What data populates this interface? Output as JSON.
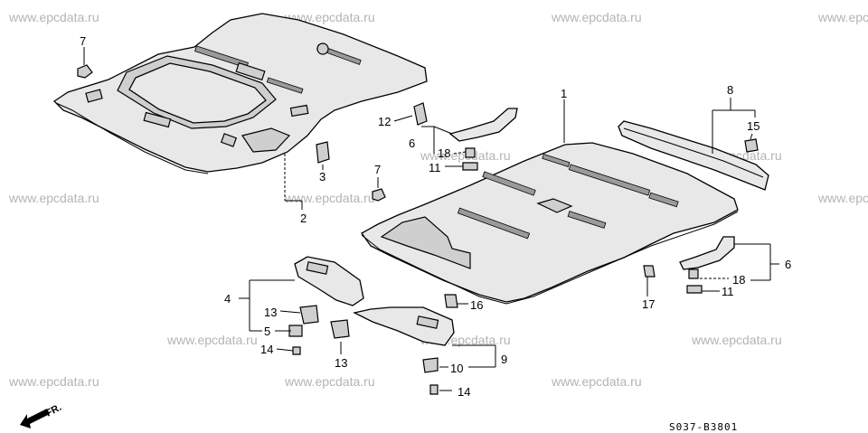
{
  "watermark": "www.epcdata.ru",
  "diagram_code": "S037-B3801",
  "front_label": "FR.",
  "callouts": {
    "c1": "1",
    "c2": "2",
    "c3": "3",
    "c4": "4",
    "c5": "5",
    "c6a": "6",
    "c6b": "6",
    "c7a": "7",
    "c7b": "7",
    "c8": "8",
    "c9": "9",
    "c10": "10",
    "c11a": "11",
    "c11b": "11",
    "c12": "12",
    "c13a": "13",
    "c13b": "13",
    "c14a": "14",
    "c14b": "14",
    "c15": "15",
    "c16": "16",
    "c17": "17",
    "c18a": "18",
    "c18b": "18"
  }
}
